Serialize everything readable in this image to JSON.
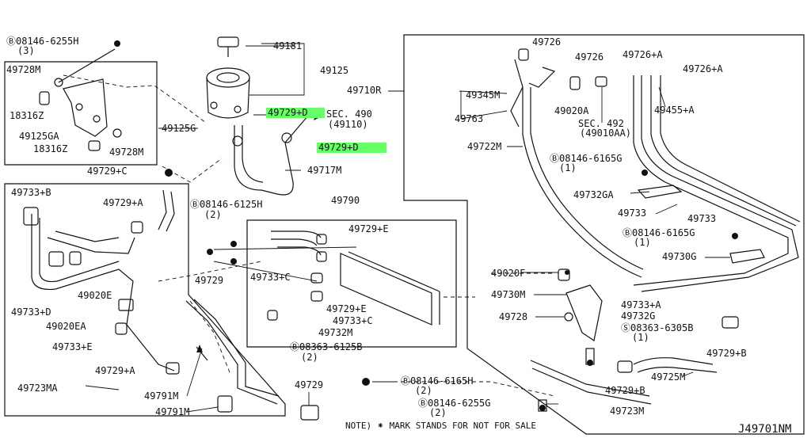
{
  "diagram": {
    "code": "J49701NM",
    "note": "NOTE) ⁕ MARK STANDS FOR NOT FOR SALE",
    "labels": {
      "b08146_6255h": "Ⓑ08146-6255H",
      "b08146_6255h_q": "(3)",
      "l49728m_a": "49728M",
      "l18316z_a": "18316Z",
      "l49125ga": "49125GA",
      "l18316z_b": "18316Z",
      "l49728m_b": "49728M",
      "l49125g": "49125G",
      "l49729c": "49729+C",
      "l49181": "49181",
      "l49125": "49125",
      "l49729d_a": "49729+D",
      "l49729d_b": "49729+D",
      "sec490": "SEC. 490",
      "sec490_sub": "(49110)",
      "l49717m": "49717M",
      "l49710r": "49710R",
      "l49726_a": "49726",
      "l49726_b": "49726",
      "l49726a_a": "49726+A",
      "l49726a_b": "49726+A",
      "l49345m": "49345M",
      "l49763": "49763",
      "l49020a": "49020A",
      "l49455a": "49455+A",
      "sec492": "SEC. 492",
      "sec492_sub": "(49010AA)",
      "l49722m": "49722M",
      "b08146_6165g_a": "Ⓑ08146-6165G",
      "b08146_6165g_a_q": "(1)",
      "l49732ga": "49732GA",
      "l49733_a": "49733",
      "l49733_b": "49733",
      "b08146_6165g_b": "Ⓑ08146-6165G",
      "b08146_6165g_b_q": "(1)",
      "l49730g": "49730G",
      "l49733b": "49733+B",
      "l49729a_a": "49729+A",
      "b08146_6125h": "Ⓑ08146-6125H",
      "b08146_6125h_q": "(2)",
      "l49790": "49790",
      "l49729e_a": "49729+E",
      "l49729": "49729",
      "l49733c_a": "49733+C",
      "l49729e_b": "49729+E",
      "l49733c_b": "49733+C",
      "l49732m": "49732M",
      "b08363_6125b": "Ⓑ08363-6125B",
      "b08363_6125b_q": "(2)",
      "l49020e": "49020E",
      "l49733d": "49733+D",
      "l49020ea": "49020EA",
      "l49733e": "49733+E",
      "l49729a_b": "49729+A",
      "l49723ma": "49723MA",
      "l49791m_a": "49791M",
      "l49791m_b": "49791M",
      "l49729_b": "49729",
      "b08146_6165h": "Ⓑ08146-6165H",
      "b08146_6165h_q": "(2)",
      "b08146_6255g": "Ⓑ08146-6255G",
      "b08146_6255g_q": "(2)",
      "l49020f": "49020F",
      "l49730m": "49730M",
      "l49728": "49728",
      "l49733a": "49733+A",
      "l49732g": "49732G",
      "s08363_6305b": "Ⓢ08363-6305B",
      "s08363_6305b_q": "(1)",
      "l49729b_a": "49729+B",
      "l49725m": "49725M",
      "l49729b_b": "49729+B",
      "l49723m": "49723M"
    },
    "colors": {
      "line": "#111111",
      "highlight": "#66ff66",
      "background": "#ffffff"
    }
  }
}
